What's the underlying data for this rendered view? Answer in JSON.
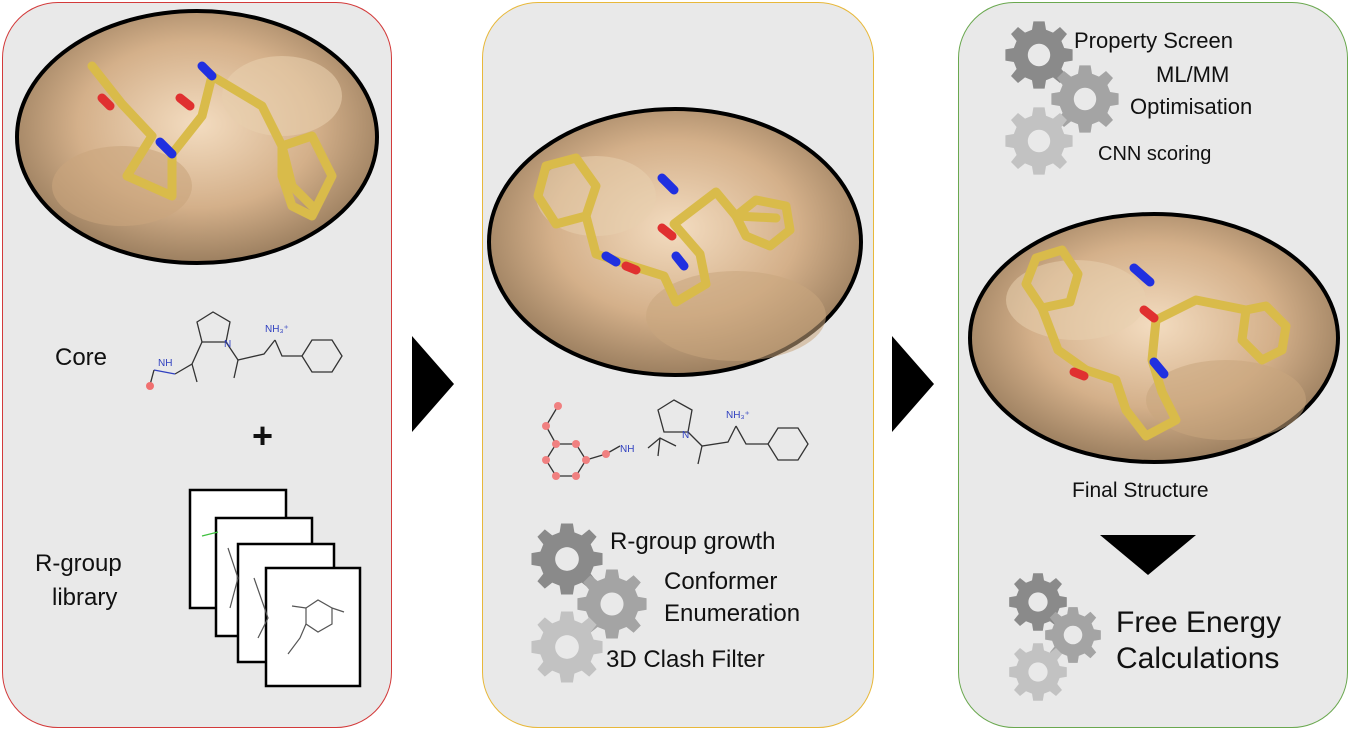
{
  "panel1": {
    "core_label": "Core",
    "plus_sign": "+",
    "rgroup_label_line1": "R-group",
    "rgroup_label_line2": "library"
  },
  "panel2": {
    "steps": [
      "R-group growth",
      "Conformer",
      "Enumeration",
      "3D Clash Filter"
    ]
  },
  "panel3": {
    "steps": [
      "Property Screen",
      "ML/MM",
      "Optimisation",
      "CNN scoring"
    ],
    "final_label": "Final Structure",
    "fe_line1": "Free Energy",
    "fe_line2": "Calculations"
  },
  "molecule_atom_labels": {
    "amide_n": "NH",
    "amine": "NH₃⁺",
    "ring_n": "N"
  },
  "colors": {
    "panel1_border": "#d33a3a",
    "panel2_border": "#e8b83a",
    "panel3_border": "#6aa84f",
    "panel_fill": "#e9e9e9",
    "ligand": "#e6c95a",
    "nitrogen": "#2030e0",
    "oxygen": "#e03030",
    "protein_surface": "#d9b78e"
  },
  "icons": [
    "gear-icon",
    "triangle-arrow-icon",
    "document-stack-icon",
    "protein-pocket-image"
  ]
}
